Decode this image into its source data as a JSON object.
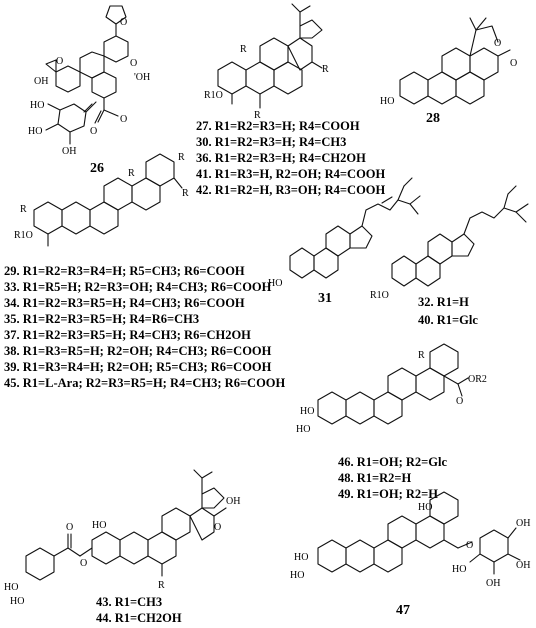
{
  "compounds": [
    {
      "id": "c26",
      "number": "26",
      "legend": []
    },
    {
      "id": "c27",
      "number": "",
      "legend": [
        "27. R1=R2=R3=H; R4=COOH",
        "30. R1=R2=R3=H; R4=CH3",
        "36. R1=R2=R3=H; R4=CH2OH",
        "41. R1=R3=H, R2=OH; R4=COOH",
        "42. R1=R2=H, R3=OH; R4=COOH"
      ]
    },
    {
      "id": "c28",
      "number": "28",
      "legend": []
    },
    {
      "id": "c29",
      "number": "",
      "legend": [
        "29. R1=R2=R3=R4=H; R5=CH3; R6=COOH",
        "33. R1=R5=H; R2=R3=OH; R4=CH3; R6=COOH",
        "34. R1=R2=R3=R5=H; R4=CH3; R6=COOH",
        "35. R1=R2=R3=R5=H; R4=R6=CH3",
        "37. R1=R2=R3=R5=H; R4=CH3; R6=CH2OH",
        "38. R1=R3=R5=H; R2=OH; R4=CH3; R6=COOH",
        "39. R1=R3=R4=H; R2=OH; R5=CH3; R6=COOH",
        "45. R1=L-Ara; R2=R3=R5=H; R4=CH3; R6=COOH"
      ]
    },
    {
      "id": "c31",
      "number": "31",
      "legend": []
    },
    {
      "id": "c32",
      "number": "",
      "legend": [
        "32. R1=H",
        "40. R1=Glc"
      ]
    },
    {
      "id": "c46",
      "number": "",
      "legend": [
        "46. R1=OH; R2=Glc",
        "48. R1=R2=H",
        "49. R1=OH; R2=H"
      ]
    },
    {
      "id": "c43",
      "number": "",
      "legend": [
        "43. R1=CH3",
        "44. R1=CH2OH"
      ]
    },
    {
      "id": "c47",
      "number": "47",
      "legend": []
    }
  ],
  "atoms": {
    "oh": "OH",
    "ho": "HO",
    "o": "O",
    "r": "R",
    "r1o": "R1O",
    "ho_axial": "HO",
    "oh2": "'OH",
    "or2": "OR2"
  }
}
